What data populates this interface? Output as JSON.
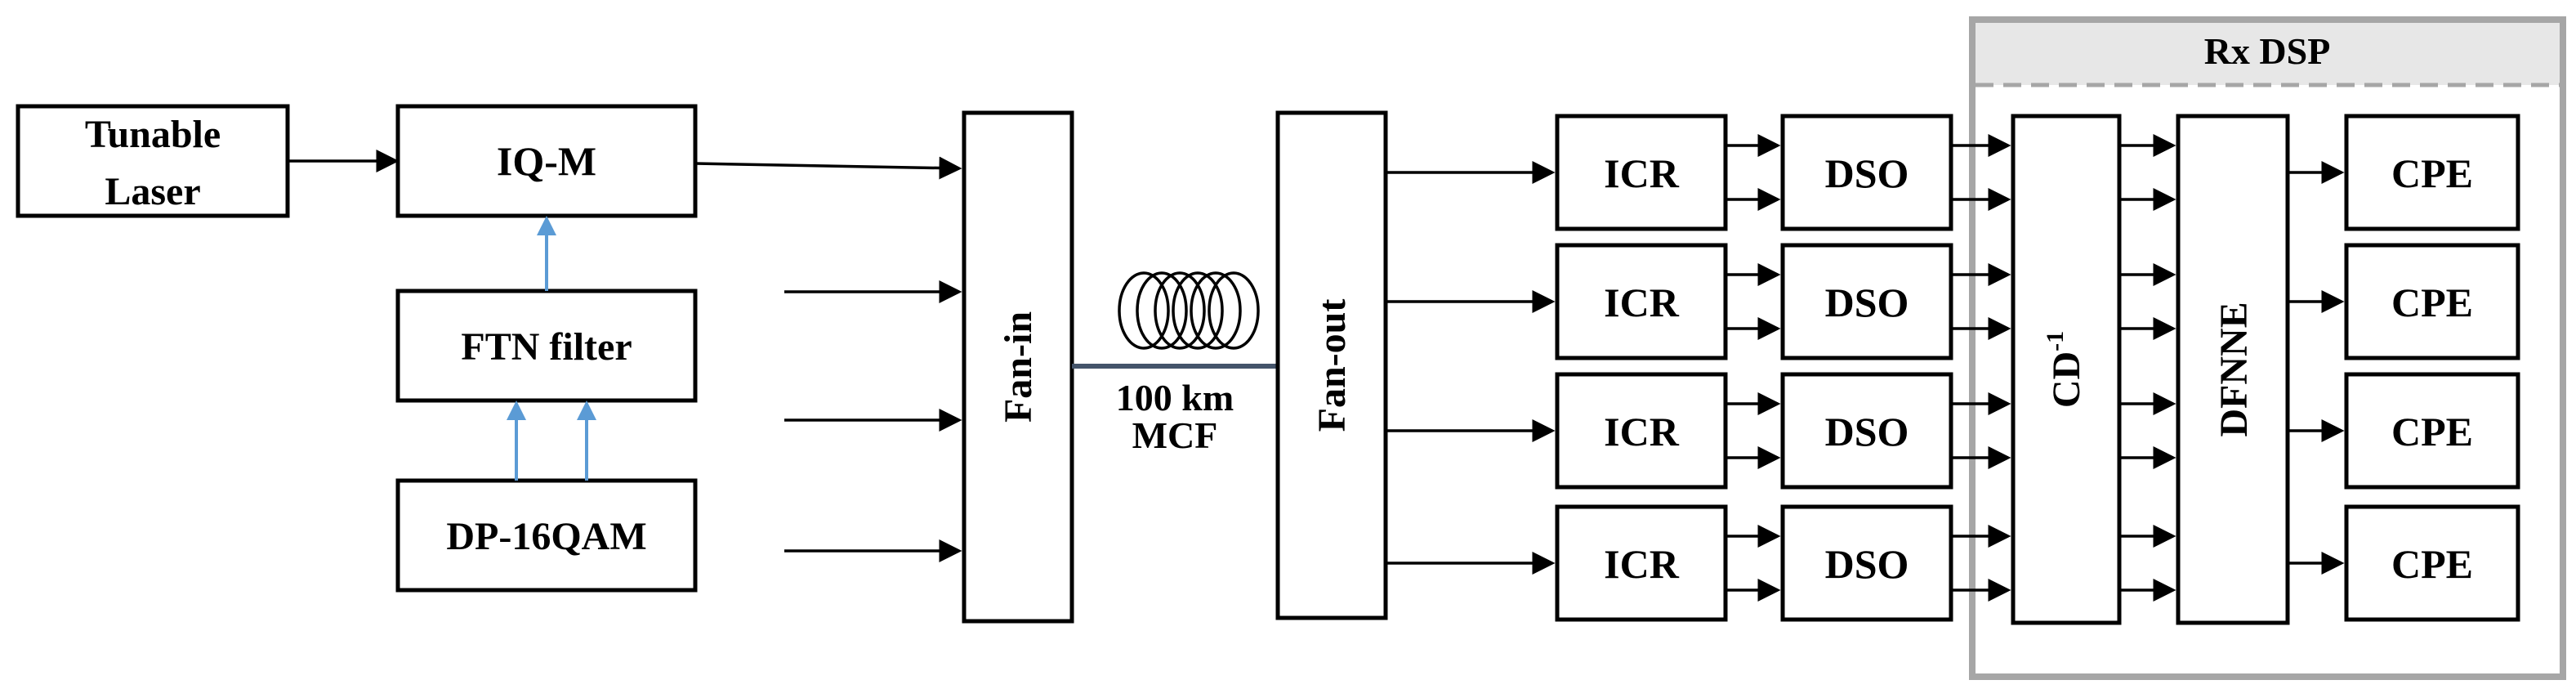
{
  "colors": {
    "blue_arrow": "#5b9bd5",
    "rx_border": "#a6a6a6",
    "rx_header": "#e7e7e7"
  },
  "tx": {
    "laser_line1": "Tunable",
    "laser_line2": "Laser",
    "iqm": "IQ-M",
    "ftn": "FTN filter",
    "qam": "DP-16QAM"
  },
  "fan_in": "Fan-in",
  "fan_out": "Fan-out",
  "fiber": {
    "line1": "100 km",
    "line2": "MCF"
  },
  "icr": [
    "ICR",
    "ICR",
    "ICR",
    "ICR"
  ],
  "dso": [
    "DSO",
    "DSO",
    "DSO",
    "DSO"
  ],
  "rx_dsp": {
    "title": "Rx DSP",
    "cd_base": "CD",
    "cd_sup": "-1",
    "dfnne": "DFNNE",
    "cpe": [
      "CPE",
      "CPE",
      "CPE",
      "CPE"
    ]
  }
}
